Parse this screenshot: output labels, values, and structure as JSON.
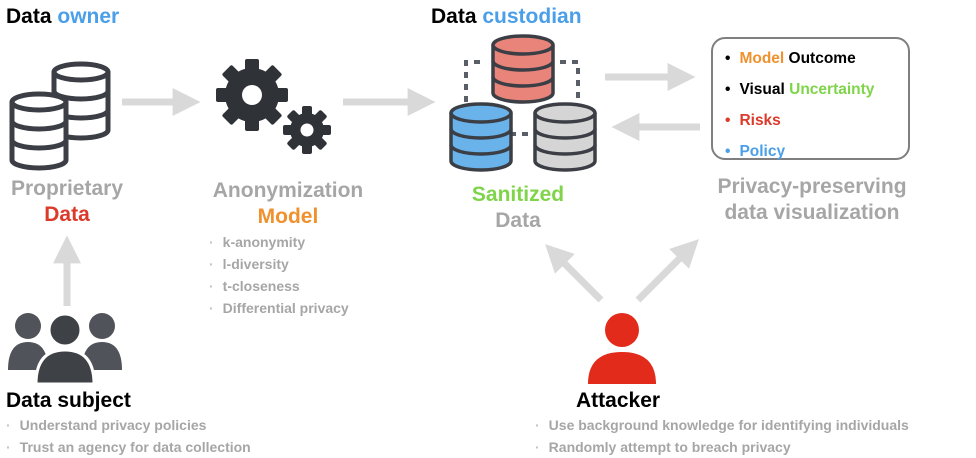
{
  "data_owner": {
    "word1": "Data",
    "word2": "owner"
  },
  "data_custodian": {
    "word1": "Data",
    "word2": "custodian"
  },
  "proprietary": {
    "line1": "Proprietary",
    "line2": "Data"
  },
  "anonymization": {
    "line1": "Anonymization",
    "line2": "Model",
    "bullets": [
      "k-anonymity",
      "l-diversity",
      "t-closeness",
      "Differential privacy"
    ]
  },
  "sanitized": {
    "line1": "Sanitized",
    "line2": "Data"
  },
  "ppdv_box": {
    "items": [
      {
        "bullet": "•",
        "w1": "Model",
        "w2": "Outcome"
      },
      {
        "bullet": "•",
        "w1": "Visual",
        "w2": "Uncertainty"
      },
      {
        "bullet": "•",
        "w1": "Risks"
      },
      {
        "bullet": "•",
        "w1": "Policy"
      }
    ]
  },
  "ppdv_title": {
    "line1": "Privacy-preserving",
    "line2": "data visualization"
  },
  "data_subject": {
    "title": "Data subject",
    "bullets": [
      "Understand privacy policies",
      "Trust an agency for data collection"
    ]
  },
  "attacker": {
    "title": "Attacker",
    "bullets": [
      "Use background knowledge for identifying individuals",
      "Randomly attempt to breach privacy"
    ]
  },
  "bullet_char": "·",
  "colors": {
    "blue": "#4a9fe8",
    "orange": "#f0912e",
    "red": "#dc3a2a",
    "green": "#7fd44a",
    "gray_text": "#a6a6a6",
    "arrow": "#d9d9d9",
    "icon_dark": "#3b3f45",
    "db_red": "#e8847a",
    "db_blue": "#69b2ea",
    "db_gray": "#d5d5d5",
    "attacker_red": "#e32b1b"
  }
}
